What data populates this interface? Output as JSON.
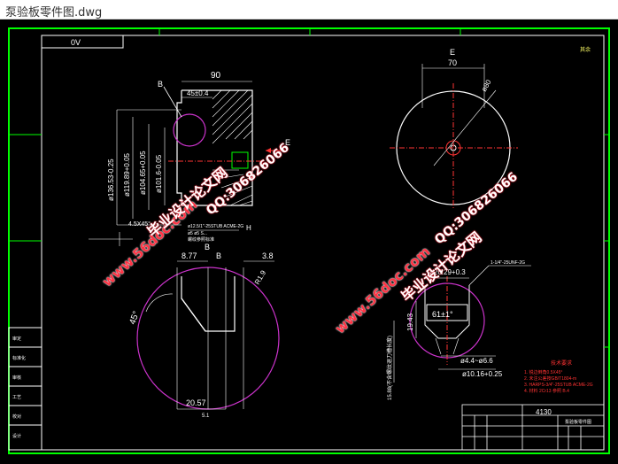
{
  "window": {
    "title": "泵验板零件图.dwg"
  },
  "frame": {
    "code_box": "0V",
    "top_right_note": "其余"
  },
  "colors": {
    "border": "#00ff00",
    "dim": "#ffffff",
    "part": "#ffffff",
    "highlight": "#cc33cc",
    "note": "#ff3333",
    "center": "#ff3333",
    "background": "#000000"
  },
  "view_main": {
    "label_b": "B",
    "dim_top": "90",
    "dim_45": "45±0.4",
    "label_e": "E",
    "label_h": "H",
    "dia_1": "ø136.53-0.25",
    "dia_2": "ø119.89+0.05",
    "dia_3": "ø104.65+0.05",
    "dia_4": "ø101.6-0.05",
    "chamfer": "4.5X45°",
    "callout_1": "ø12.5/1\"-25STUB ACME-2G",
    "callout_2": "ø5 ø5 S...",
    "callout_3": "螺纹参照标准"
  },
  "view_side": {
    "label_e": "E",
    "dim_70": "70",
    "dim_dia": "ø80"
  },
  "view_section_b": {
    "label_b": "B",
    "dim_877": "8.77",
    "dim_b": "B",
    "dim_38": "3.8",
    "dim_81": "R1.9",
    "angle": "45°",
    "dim_bottom": "20.57",
    "dim_bottom_sub": "5.1"
  },
  "view_detail": {
    "dia_top": "ø26.29+0.3",
    "callout": "1-1/4\"-25UNF-2G",
    "inner": "61±1°",
    "dim_h": "19.43",
    "dia_a": "ø4.4~ø6.6",
    "dia_b": "ø10.16+0.25",
    "dim_v": "15.88(不含螺纹退刀槽长度)"
  },
  "notes": {
    "title": "技术要求",
    "lines": [
      "1. 锐边倒角0.5X45°",
      "2. 未注公差按GB/T1804-m",
      "3. HARPS-3/4\"-25STUB ACME-2G",
      "4. 材料 2Cr13 参照 B.4"
    ]
  },
  "title_block": {
    "part_no": "4130",
    "name": "泵验板零件图"
  },
  "side_table": [
    "审定",
    "标准化",
    "审核",
    "工艺",
    "校对",
    "设计"
  ],
  "watermarks": {
    "site": "www.56doc.com",
    "school": "毕业设计论文网",
    "qq": "QQ:306826066"
  }
}
